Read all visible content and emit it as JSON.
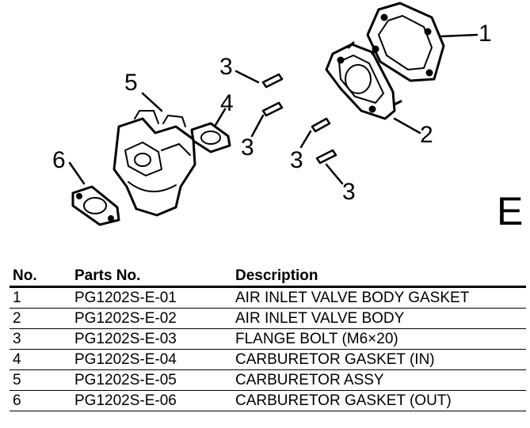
{
  "section_letter": "E",
  "callouts": [
    "1",
    "2",
    "3",
    "3",
    "3",
    "3",
    "4",
    "5",
    "6"
  ],
  "table": {
    "headers": {
      "no": "No.",
      "part": "Parts No.",
      "desc": "Description"
    },
    "rows": [
      {
        "no": "1",
        "part": "PG1202S-E-01",
        "desc": "AIR INLET VALVE BODY GASKET"
      },
      {
        "no": "2",
        "part": "PG1202S-E-02",
        "desc": "AIR INLET VALVE BODY"
      },
      {
        "no": "3",
        "part": "PG1202S-E-03",
        "desc": "FLANGE BOLT (M6×20)"
      },
      {
        "no": "4",
        "part": "PG1202S-E-04",
        "desc": "CARBURETOR GASKET (IN)"
      },
      {
        "no": "5",
        "part": "PG1202S-E-05",
        "desc": "CARBURETOR ASSY"
      },
      {
        "no": "6",
        "part": "PG1202S-E-06",
        "desc": "CARBURETOR GASKET (OUT)"
      }
    ]
  }
}
